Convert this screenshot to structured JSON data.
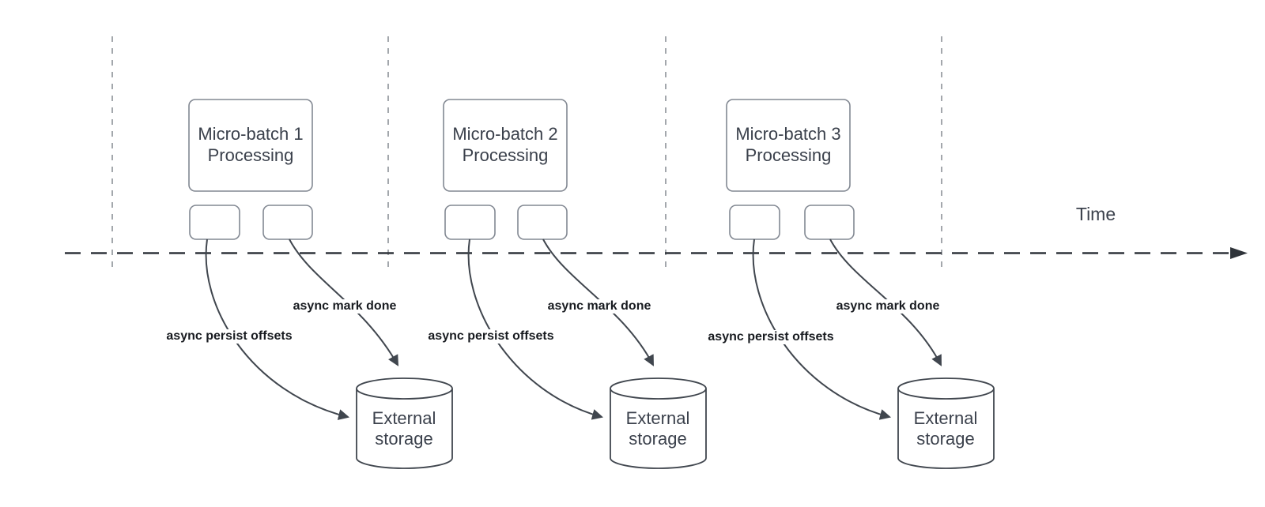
{
  "diagram": {
    "timeline": {
      "label": "Time"
    },
    "batches": [
      {
        "box_label": "Micro-batch 1\nProcessing",
        "persist_arrow_label": "async persist offsets",
        "mark_done_arrow_label": "async mark done",
        "storage_label": "External\nstorage"
      },
      {
        "box_label": "Micro-batch 2\nProcessing",
        "persist_arrow_label": "async persist offsets",
        "mark_done_arrow_label": "async mark done",
        "storage_label": "External\nstorage"
      },
      {
        "box_label": "Micro-batch 3\nProcessing",
        "persist_arrow_label": "async persist offsets",
        "mark_done_arrow_label": "async mark done",
        "storage_label": "External\nstorage"
      }
    ]
  },
  "colors": {
    "background": "#ffffff",
    "shape_stroke": "#40464e",
    "box_stroke": "#828892",
    "guide_line": "#a3a7ac",
    "timeline_stroke": "#2f343a",
    "text": "#3b414c",
    "label_text": "#181b20"
  }
}
